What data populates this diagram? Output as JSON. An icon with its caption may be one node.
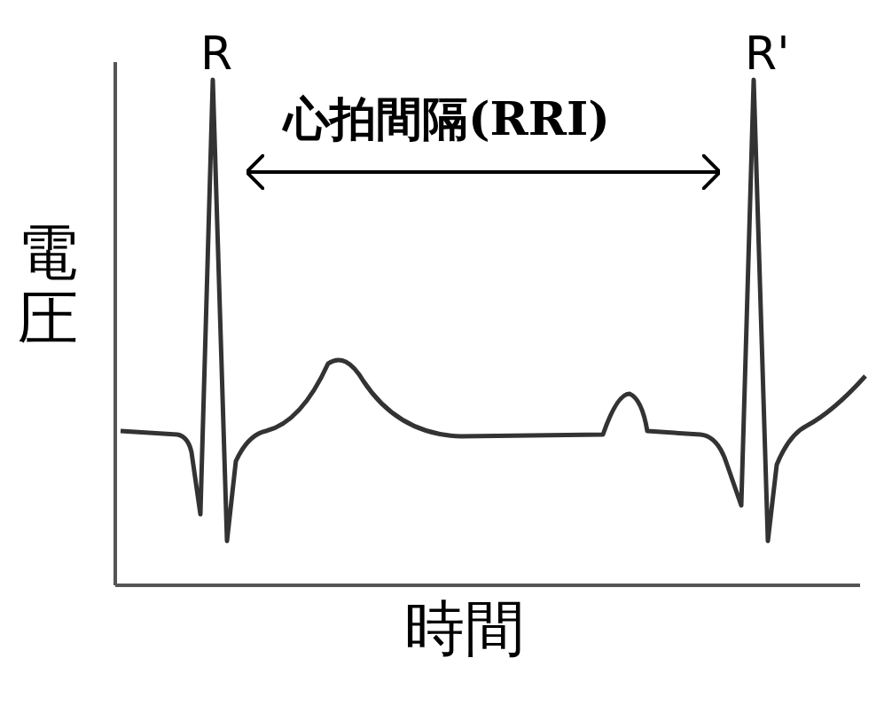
{
  "diagram": {
    "labels": [
      "R",
      "R'",
      "心拍間隔(RRI)",
      "電圧",
      "時間"
    ]
  }
}
